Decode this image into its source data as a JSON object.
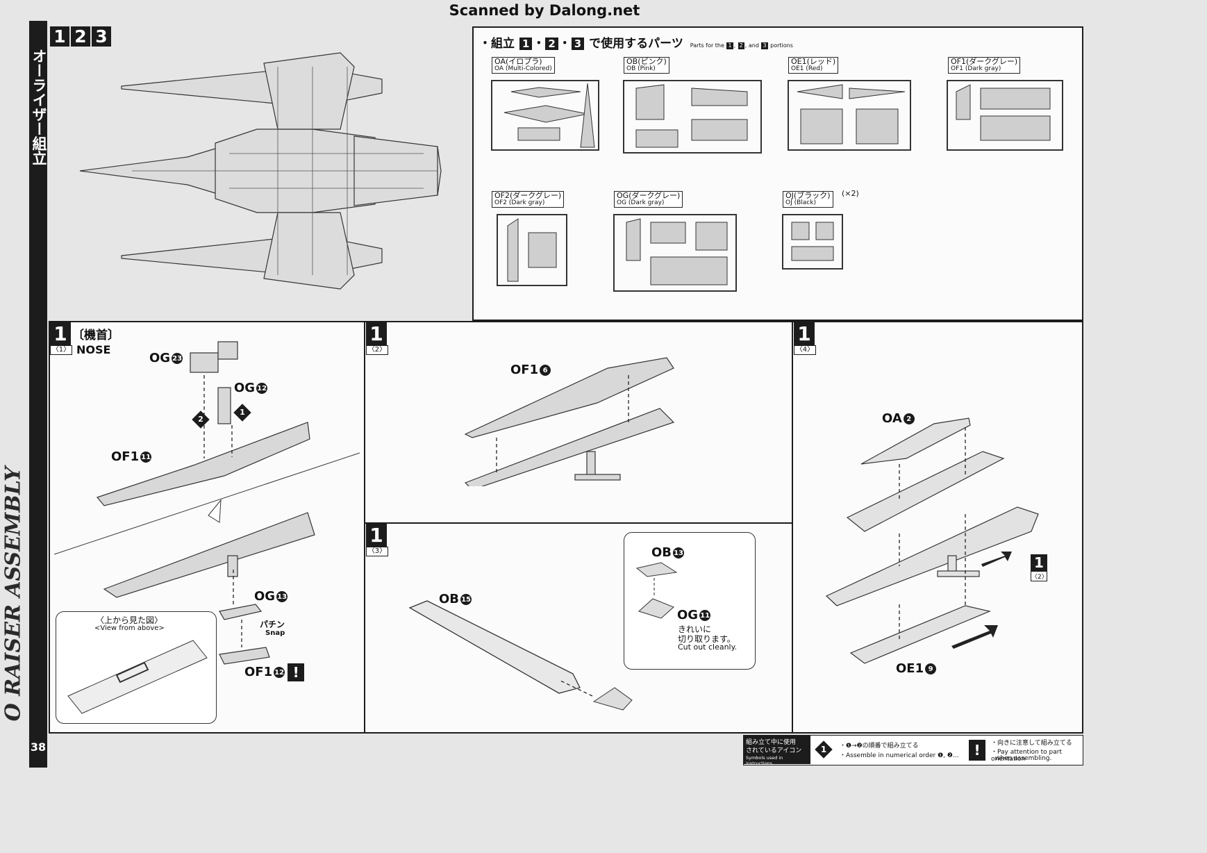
{
  "scan_credit": "Scanned by Dalong.net",
  "sidebar": {
    "section_title_jp": "オーライザー組立",
    "section_title_en": "O RAISER ASSEMBLY",
    "page_number": "38"
  },
  "header": {
    "steps": [
      "1",
      "2",
      "3"
    ]
  },
  "parts": {
    "title_jp": "・組立",
    "title_steps": [
      "1",
      "2",
      "3"
    ],
    "title_jp_suffix": "で使用するパーツ",
    "title_en_prefix": "Parts for the",
    "title_en_and": "and",
    "title_en_suffix": "portions",
    "runners": [
      {
        "jp": "OA(イロプラ)",
        "en": "OA (Multi-Colored)"
      },
      {
        "jp": "OB(ピンク)",
        "en": "OB (Pink)"
      },
      {
        "jp": "OE1(レッド)",
        "en": "OE1 (Red)"
      },
      {
        "jp": "OF1(ダークグレー)",
        "en": "OF1 (Dark gray)"
      },
      {
        "jp": "OF2(ダークグレー)",
        "en": "OF2 (Dark gray)"
      },
      {
        "jp": "OG(ダークグレー)",
        "en": "OG (Dark gray)"
      },
      {
        "jp": "OJ(ブラック)",
        "en": "OJ (Black)",
        "qty": "(×2)"
      }
    ]
  },
  "step1_1": {
    "num": "1",
    "sub": "〈1〉",
    "title_jp": "〔機首〕",
    "title_en": "NOSE",
    "parts": [
      "OG",
      "OG",
      "OF1",
      "OG",
      "OF1"
    ],
    "part_nums": [
      "23",
      "12",
      "11",
      "13",
      "12"
    ],
    "order": [
      "1",
      "2"
    ],
    "view_jp": "〈上から見た図〉",
    "view_en": "<View from above>",
    "snap_jp": "パチン",
    "snap_en": "Snap"
  },
  "step1_2": {
    "num": "1",
    "sub": "〈2〉",
    "part": "OF1",
    "part_num": "6"
  },
  "step1_3": {
    "num": "1",
    "sub": "〈3〉",
    "parts": [
      "OB",
      "OB",
      "OG"
    ],
    "part_nums": [
      "15",
      "13",
      "11"
    ],
    "note_jp_1": "きれいに",
    "note_jp_2": "切り取ります。",
    "note_en": "Cut out cleanly."
  },
  "step1_4": {
    "num": "1",
    "sub": "〈4〉",
    "parts": [
      "OA",
      "OE1"
    ],
    "part_nums": [
      "2",
      "9"
    ],
    "ref_num": "1",
    "ref_sub": "〈2〉"
  },
  "legend": {
    "title_jp_1": "組み立て中に使用",
    "title_jp_2": "されているアイコン",
    "title_en": "Symbols used in instructions",
    "order_jp": "・❶→❷の順番で組み立てる",
    "order_en": "・Assemble in numerical order ❶, ❷...",
    "warn_jp": "・向きに注意して組み立てる",
    "warn_en_1": "・Pay attention to part orientation",
    "warn_en_2": "when assembling."
  }
}
